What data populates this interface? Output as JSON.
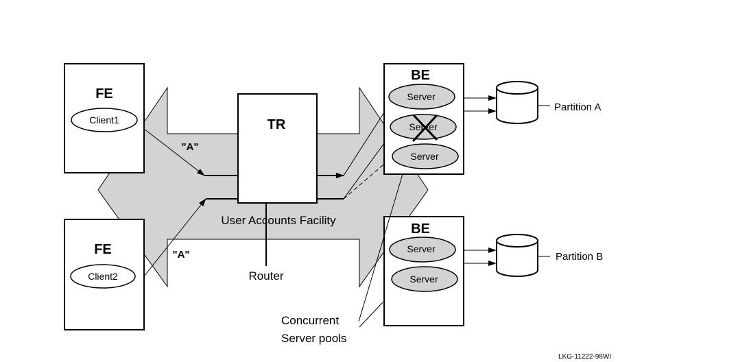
{
  "diagram": {
    "facility_label": "User Accounts Facility",
    "colors": {
      "facility_fill": "#d3d3d3",
      "server_fill": "#d3d3d3",
      "line": "#000000",
      "background": "#ffffff"
    },
    "front_ends": [
      {
        "title": "FE",
        "client": "Client1",
        "message": "\"A\""
      },
      {
        "title": "FE",
        "client": "Client2",
        "message": "\"A\""
      }
    ],
    "router": {
      "title": "TR",
      "label": "Router"
    },
    "back_ends": [
      {
        "title": "BE",
        "servers": [
          {
            "label": "Server",
            "status": "active"
          },
          {
            "label": "Server",
            "status": "failed"
          },
          {
            "label": "Server",
            "status": "failover"
          }
        ],
        "partition": "Partition A"
      },
      {
        "title": "BE",
        "servers": [
          {
            "label": "Server",
            "status": "active"
          },
          {
            "label": "Server",
            "status": "active"
          }
        ],
        "partition": "Partition B"
      }
    ],
    "pool_label_line1": "Concurrent",
    "pool_label_line2": "Server pools",
    "figure_id": "LKG-11222-98WI"
  }
}
